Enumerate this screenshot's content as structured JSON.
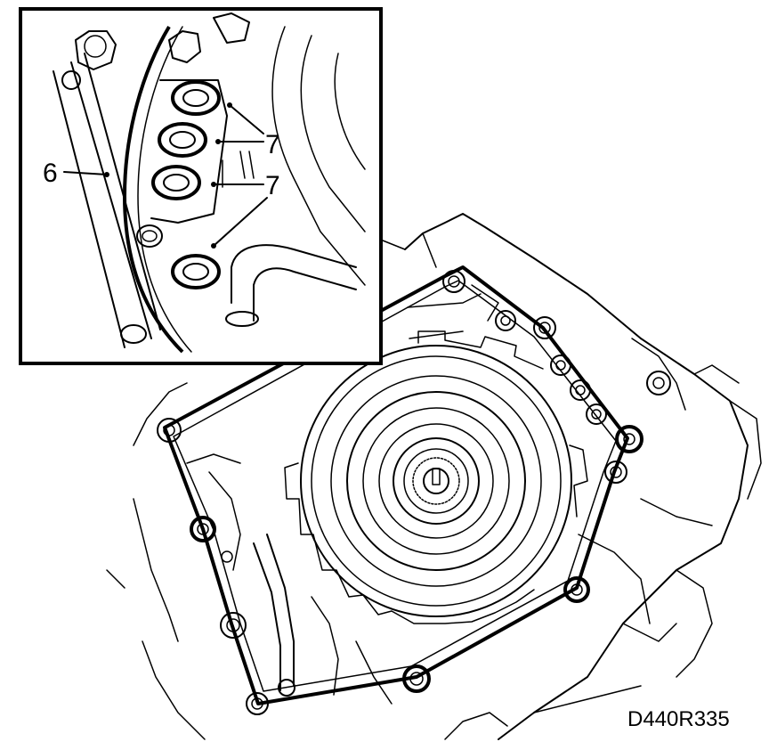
{
  "figure_code": "D440R335",
  "callouts": {
    "gasket_label": "6",
    "seal_label_upper": "7",
    "seal_label_lower": "7"
  },
  "colors": {
    "ink": "#000000",
    "paper": "#ffffff"
  }
}
